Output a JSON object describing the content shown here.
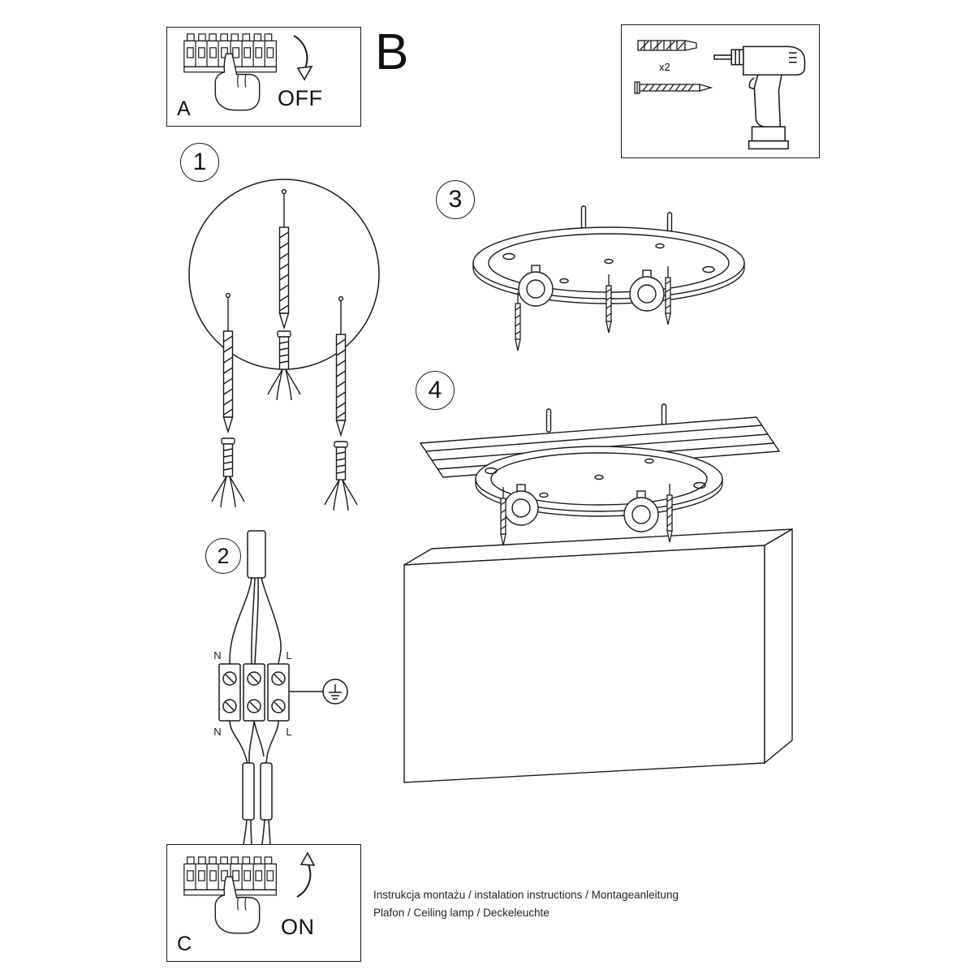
{
  "colors": {
    "ink": "#1a1a1a",
    "background": "#ffffff"
  },
  "panel_a": {
    "label": "A",
    "switch_state": "OFF"
  },
  "section_b": {
    "label": "B"
  },
  "tools": {
    "anchors_count": "x2"
  },
  "steps": {
    "step1": "1",
    "step2": "2",
    "step3": "3",
    "step4": "4"
  },
  "wiring": {
    "terminal_top_left": "N",
    "terminal_top_right": "L",
    "terminal_bottom_left": "N",
    "terminal_bottom_right": "L"
  },
  "panel_c": {
    "label": "C",
    "switch_state": "ON"
  },
  "footer": {
    "line1": "Instrukcja montażu / instalation instructions / Montageanleitung",
    "line2": "Plafon / Ceiling lamp / Deckeleuchte"
  }
}
